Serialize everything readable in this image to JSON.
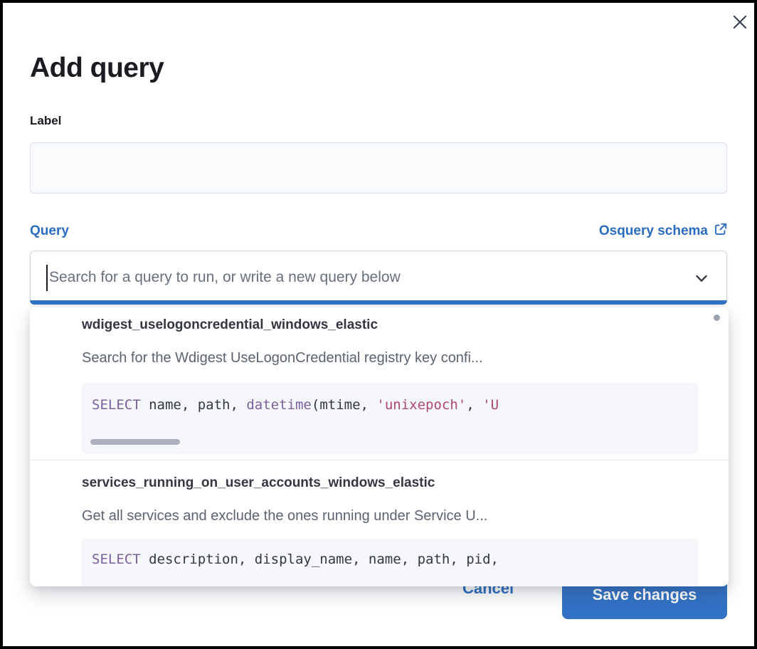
{
  "modal": {
    "title": "Add query"
  },
  "form": {
    "label_field": {
      "label": "Label",
      "value": ""
    },
    "query_field": {
      "label": "Query",
      "schema_link_label": "Osquery schema",
      "search_value": "",
      "search_placeholder": "Search for a query to run, or write a new query below"
    }
  },
  "dropdown": {
    "items": [
      {
        "title": "wdigest_uselogoncredential_windows_elastic",
        "description": "Search for the Wdigest UseLogonCredential registry key confi...",
        "sql_tokens": [
          {
            "t": "SELECT",
            "c": "keyword"
          },
          {
            "t": " name, path, ",
            "c": "plain"
          },
          {
            "t": "datetime",
            "c": "keyword"
          },
          {
            "t": "(mtime, ",
            "c": "plain"
          },
          {
            "t": "'unixepoch'",
            "c": "string"
          },
          {
            "t": ", ",
            "c": "plain"
          },
          {
            "t": "'U",
            "c": "string"
          }
        ]
      },
      {
        "title": "services_running_on_user_accounts_windows_elastic",
        "description": "Get all services and exclude the ones running under Service U...",
        "sql_tokens": [
          {
            "t": "SELECT",
            "c": "keyword"
          },
          {
            "t": " description, display_name, name, path, pid,",
            "c": "plain"
          }
        ]
      }
    ]
  },
  "footer": {
    "cancel_label": "Cancel",
    "save_label": "Save changes"
  },
  "icons": {
    "close": "x-cross",
    "chevron": "chevron-down",
    "external_link": "box-with-arrow"
  },
  "colors": {
    "accent_blue": "#3272c5",
    "link_blue": "#2b6cc0",
    "code_keyword": "#7c609e",
    "code_string": "#b0476e",
    "code_plain": "#343741",
    "placeholder": "#69707d",
    "title_text": "#1a1c21",
    "item_title": "#343741",
    "item_desc": "#5b6370",
    "code_bg": "#f5f7fb",
    "input_bg": "#f9fbfd",
    "divider": "#e7eaf1"
  }
}
